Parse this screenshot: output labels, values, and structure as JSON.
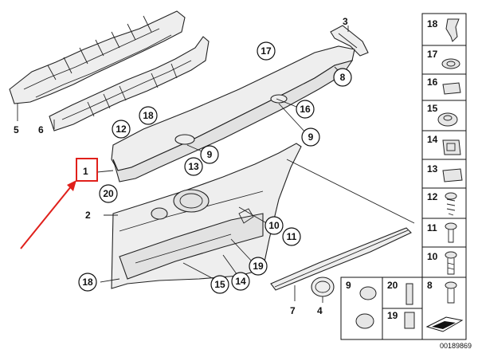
{
  "diagram": {
    "callouts": {
      "c17": "17",
      "c18": "18",
      "c12": "12",
      "c16": "16",
      "c9a": "9",
      "c9b": "9",
      "c13": "13",
      "c20": "20",
      "c10": "10",
      "c11": "11",
      "c19": "19",
      "c14": "14",
      "c15": "15",
      "c18b": "18",
      "c8": "8"
    },
    "plain_labels": {
      "l3": "3",
      "l5": "5",
      "l6": "6",
      "l1": "1",
      "l2": "2",
      "l7": "7",
      "l4": "4"
    },
    "side_panel": [
      "18",
      "17",
      "16",
      "15",
      "14",
      "13",
      "12",
      "11",
      "10"
    ],
    "bottom_panel": [
      "9",
      "20",
      "8",
      "19"
    ],
    "part_number": "00189869",
    "highlight_color": "#e0201b"
  }
}
